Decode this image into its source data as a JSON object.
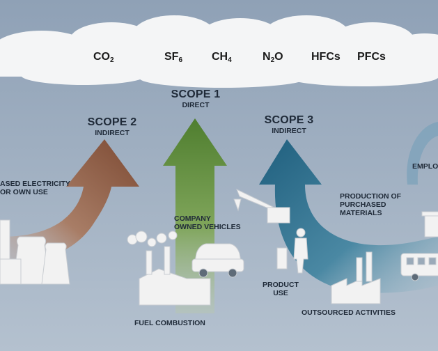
{
  "gases": [
    {
      "base": "CO",
      "sub": "2"
    },
    {
      "base": "SF",
      "sub": "6"
    },
    {
      "base": "CH",
      "sub": "4"
    },
    {
      "base": "N",
      "sub": "2",
      "tail": "O"
    },
    {
      "base": "HFCs",
      "sub": ""
    },
    {
      "base": "PFCs",
      "sub": ""
    }
  ],
  "scopes": {
    "scope1": {
      "title": "SCOPE 1",
      "subtitle": "DIRECT",
      "color": "#5e8a3a"
    },
    "scope2": {
      "title": "SCOPE 2",
      "subtitle": "INDIRECT",
      "color": "#8a5a44"
    },
    "scope3": {
      "title": "SCOPE 3",
      "subtitle": "INDIRECT",
      "color": "#2d6a86"
    }
  },
  "activities": {
    "purchased_electricity_line1": "ASED ELECTRICITY",
    "purchased_electricity_line2": "OR OWN USE",
    "company_vehicles_line1": "COMPANY",
    "company_vehicles_line2": "OWNED VEHICLES",
    "fuel_combustion": "FUEL COMBUSTION",
    "production_line1": "PRODUCTION OF",
    "production_line2": "PURCHASED",
    "production_line3": "MATERIALS",
    "product_use_line1": "PRODUCT",
    "product_use_line2": "USE",
    "outsourced": "OUTSOURCED ACTIVITIES",
    "employee": "EMPLO"
  }
}
